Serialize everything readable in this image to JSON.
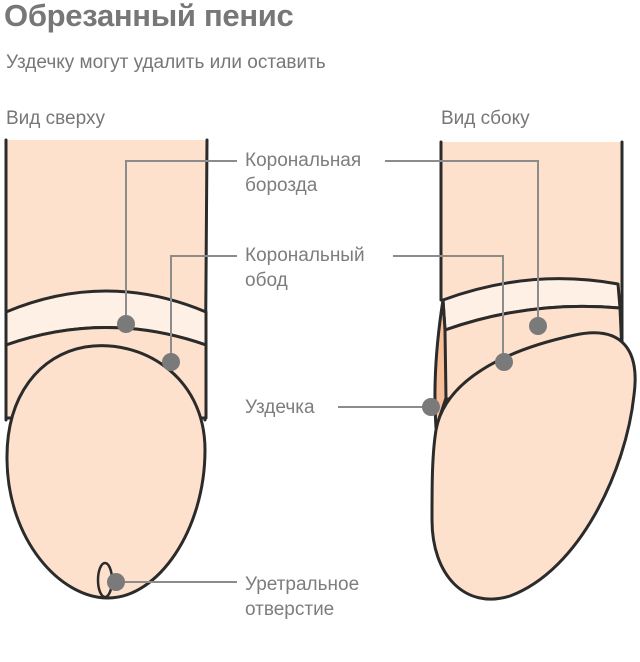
{
  "title": "Обрезанный пенис",
  "subtitle": "Уздечку могут удалить или оставить",
  "views": {
    "top": "Вид сверху",
    "side": "Вид сбоку"
  },
  "labels": {
    "coronal_sulcus": [
      "Корональная",
      "борозда"
    ],
    "corona": [
      "Корональный",
      "обод"
    ],
    "frenulum": [
      "Уздечка"
    ],
    "urethral_meatus": [
      "Уретральное",
      "отверстие"
    ]
  },
  "colors": {
    "text": "#777777",
    "outline": "#2b2b2b",
    "skin": "#fde1cd",
    "sulcus_band": "#fff0e6",
    "frenulum_fill": "#f6bf9a",
    "leader": "#8c8c8c",
    "marker": "#7a7a7a"
  }
}
